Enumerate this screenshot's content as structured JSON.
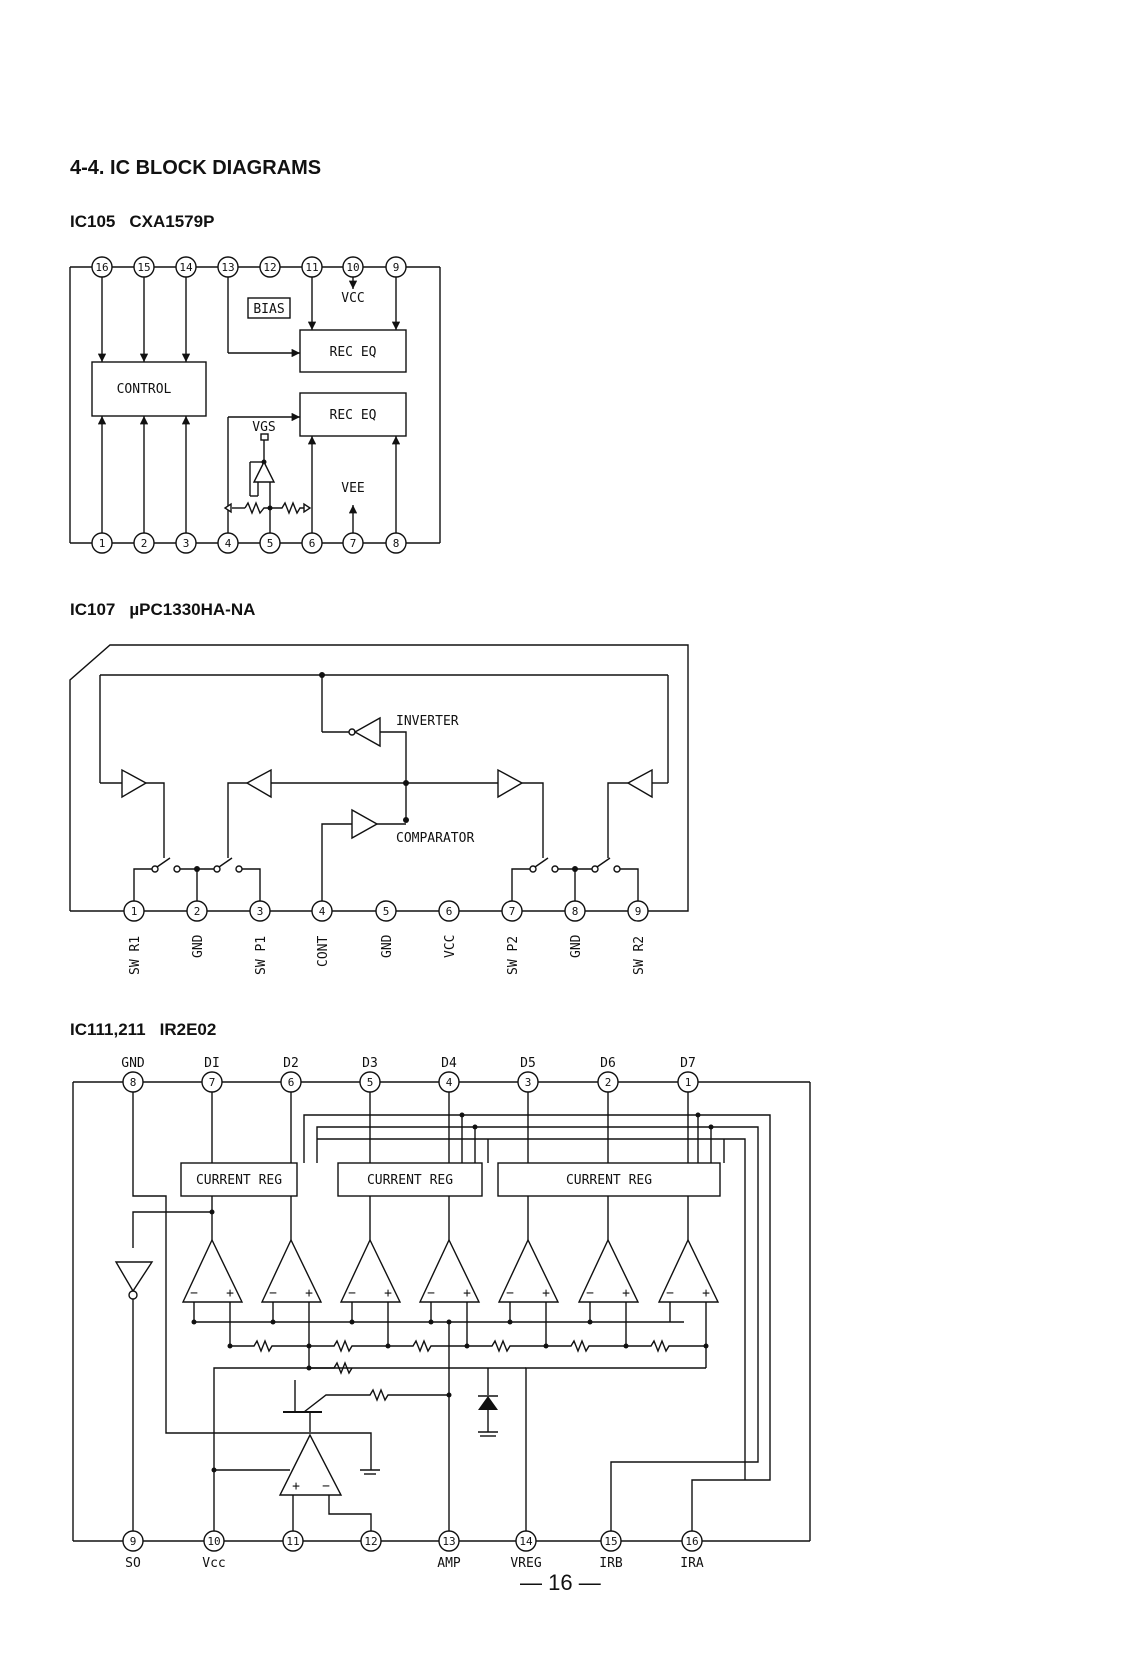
{
  "section_title": "4-4. IC BLOCK DIAGRAMS",
  "ic105": {
    "title_ref": "IC105",
    "title_part": "CXA1579P",
    "top_pins": [
      "16",
      "15",
      "14",
      "13",
      "12",
      "11",
      "10",
      "9"
    ],
    "bottom_pins": [
      "1",
      "2",
      "3",
      "4",
      "5",
      "6",
      "7",
      "8"
    ],
    "bias": "BIAS",
    "control": "CONTROL",
    "rec_eq_1": "REC EQ",
    "rec_eq_2": "REC EQ",
    "vcc": "VCC",
    "vee": "VEE",
    "vgs": "VGS"
  },
  "ic107": {
    "title_ref": "IC107",
    "title_part": "µPC1330HA-NA",
    "inverter": "INVERTER",
    "comparator": "COMPARATOR",
    "pins": [
      "1",
      "2",
      "3",
      "4",
      "5",
      "6",
      "7",
      "8",
      "9"
    ],
    "pin_names": [
      "SW R1",
      "GND",
      "SW P1",
      "CONT",
      "GND",
      "VCC",
      "SW P2",
      "GND",
      "SW R2"
    ]
  },
  "ic111": {
    "title_ref": "IC111,211",
    "title_part": "IR2E02",
    "top_labels": [
      "GND",
      "DI",
      "D2",
      "D3",
      "D4",
      "D5",
      "D6",
      "D7"
    ],
    "top_pins": [
      "8",
      "7",
      "6",
      "5",
      "4",
      "3",
      "2",
      "1"
    ],
    "bottom_labels": [
      "SO",
      "Vcc",
      "",
      "",
      "AMP",
      "VREG",
      "IRB",
      "IRA"
    ],
    "bottom_pins": [
      "9",
      "10",
      "11",
      "12",
      "13",
      "14",
      "15",
      "16"
    ],
    "current_reg_1": "CURRENT REG",
    "current_reg_2": "CURRENT REG",
    "current_reg_3": "CURRENT REG",
    "minus": "−",
    "plus": "+"
  },
  "page_number": "— 16 —"
}
